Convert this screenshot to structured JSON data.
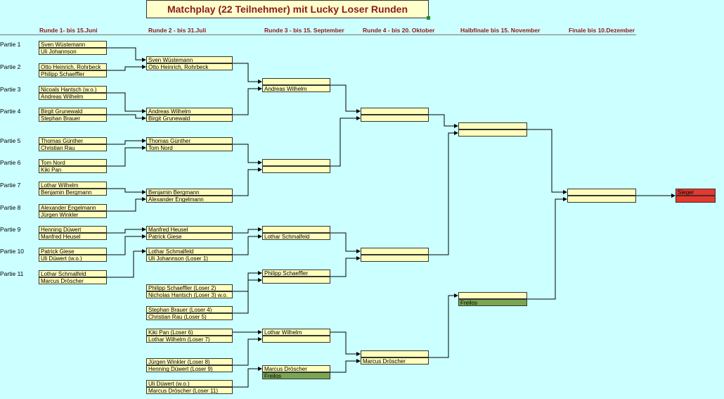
{
  "title": "Matchplay (22 Teilnehmer)  mit Lucky Loser Runden",
  "rounds": [
    "Runde 1- bis 15.Juni",
    "Runde 2 - bis 31.Juli",
    "Runde 3 - bis 15. September",
    "Runde 4 - bis 20. Oktober",
    "Halbfinale bis 15. November",
    "Finale bis 10.Dezember"
  ],
  "partien": [
    "Partie 1",
    "Partie 2",
    "Partie 3",
    "Partie 4",
    "Partie 5",
    "Partie 6",
    "Partie 7",
    "Partie 8",
    "Partie 9",
    "Partie 10",
    "Partie 11"
  ],
  "round1": [
    [
      "Sven Wüstemann",
      "Uli Johannson"
    ],
    [
      "Otto Heinrich, Rohrbeck",
      "Philipp Schaeffler"
    ],
    [
      "Nicoals Hantsch (w.o.)",
      "Andreas Wilhelm"
    ],
    [
      "Birgit Grunewald",
      "Stephan Brauer"
    ],
    [
      "Thomas Günther",
      "Christian Rau"
    ],
    [
      "Tom Nord",
      "Kiki Pan"
    ],
    [
      "Lothar Wilhelm",
      "Benjamin Bergmann"
    ],
    [
      "Alexander Engelmann",
      "Jürgen Winkler"
    ],
    [
      "Henning Düwert",
      "Manfred Heusel"
    ],
    [
      "Patrick Giese",
      "Uli Düwert (w.o.)"
    ],
    [
      "Lothar Schmalfeld",
      "Marcus Dröscher"
    ]
  ],
  "round2": [
    [
      "Sven Wüstemann",
      "Otto Heinrich, Rohrbeck"
    ],
    [
      "Andreas Wilhelm",
      "Birgit Grunewald"
    ],
    [
      "Thomas Günther",
      "Tom Nord"
    ],
    [
      "Benjamin Bergmann",
      "Alexander Engelmann"
    ],
    [
      "Manfred Heusel",
      "Patrick Giese"
    ],
    [
      "Lothar Schmalfeld",
      "Uli Johannson (Loser 1)"
    ]
  ],
  "loser_round": [
    [
      "Philipp Schaeffler (Loser 2)",
      "Nicholas Hantsch (Loser 3) w.o."
    ],
    [
      "Stephan Brauer (Loser 4)",
      "Christian Rau (Loser 5)"
    ],
    [
      "Kiki Pan (Loser 6)",
      "Lothar Wilhelm (Loser 7)"
    ],
    [
      "Jürgen Winkler (Loser 8)",
      "Henning Düwert (Loser 9)"
    ],
    [
      "Uli Düwert (w.o.)",
      "Marcus Dröscher (Loser 11)"
    ]
  ],
  "round3": [
    [
      "",
      "Andreas Wilhelm"
    ],
    [
      "",
      ""
    ],
    [
      "",
      "Lothar Schmalfeld"
    ],
    [
      "Philipp Schaeffler",
      ""
    ],
    [
      "Lothar Wilhelm",
      ""
    ],
    [
      "Marcus Dröscher",
      "Freilos"
    ]
  ],
  "round4": [
    [
      "",
      ""
    ],
    [
      "",
      ""
    ],
    [
      "",
      "Marcus Dröscher"
    ]
  ],
  "halbfinale": [
    [
      "",
      ""
    ],
    [
      "",
      "Freilos"
    ]
  ],
  "finale": [
    "",
    ""
  ],
  "sieger": "Sieger",
  "colors": {
    "cell": "#ffffbb",
    "freilos": "#7aa652",
    "sieger": "#e8372c",
    "title_text": "#8b1a1a",
    "background": "#ccffff"
  }
}
